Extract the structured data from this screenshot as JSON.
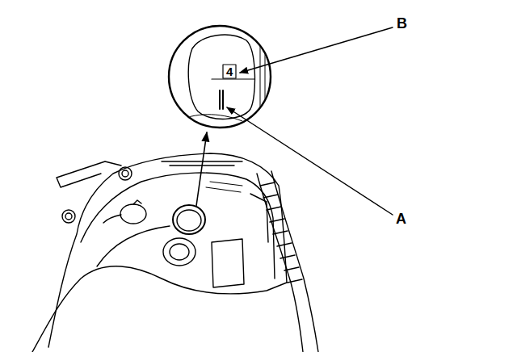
{
  "diagram": {
    "labels": [
      "B",
      "A",
      "4"
    ]
  }
}
